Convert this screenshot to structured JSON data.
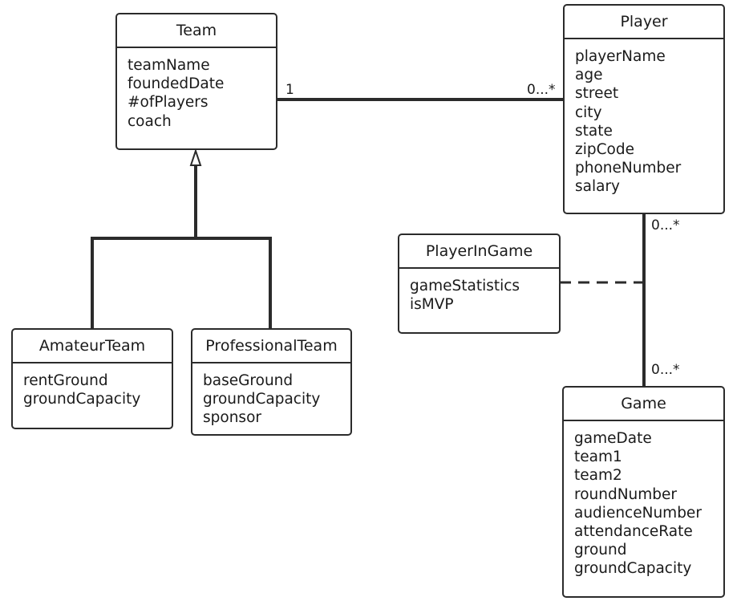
{
  "classes": {
    "team": {
      "name": "Team",
      "attributes": [
        "teamName",
        "foundedDate",
        "#ofPlayers",
        "coach"
      ]
    },
    "player": {
      "name": "Player",
      "attributes": [
        "playerName",
        "age",
        "street",
        "city",
        "state",
        "zipCode",
        "phoneNumber",
        "salary"
      ]
    },
    "amateur": {
      "name": "AmateurTeam",
      "attributes": [
        "rentGround",
        "groundCapacity"
      ]
    },
    "professional": {
      "name": "ProfessionalTeam",
      "attributes": [
        "baseGround",
        "groundCapacity",
        "sponsor"
      ]
    },
    "playeringame": {
      "name": "PlayerInGame",
      "attributes": [
        "gameStatistics",
        "isMVP"
      ]
    },
    "game": {
      "name": "Game",
      "attributes": [
        "gameDate",
        "team1",
        "team2",
        "roundNumber",
        "audienceNumber",
        "attendanceRate",
        "ground",
        "groundCapacity"
      ]
    }
  },
  "multiplicities": {
    "team_player_team_end": "1",
    "team_player_player_end": "0...*",
    "player_game_player_end": "0...*",
    "player_game_game_end": "0...*"
  }
}
